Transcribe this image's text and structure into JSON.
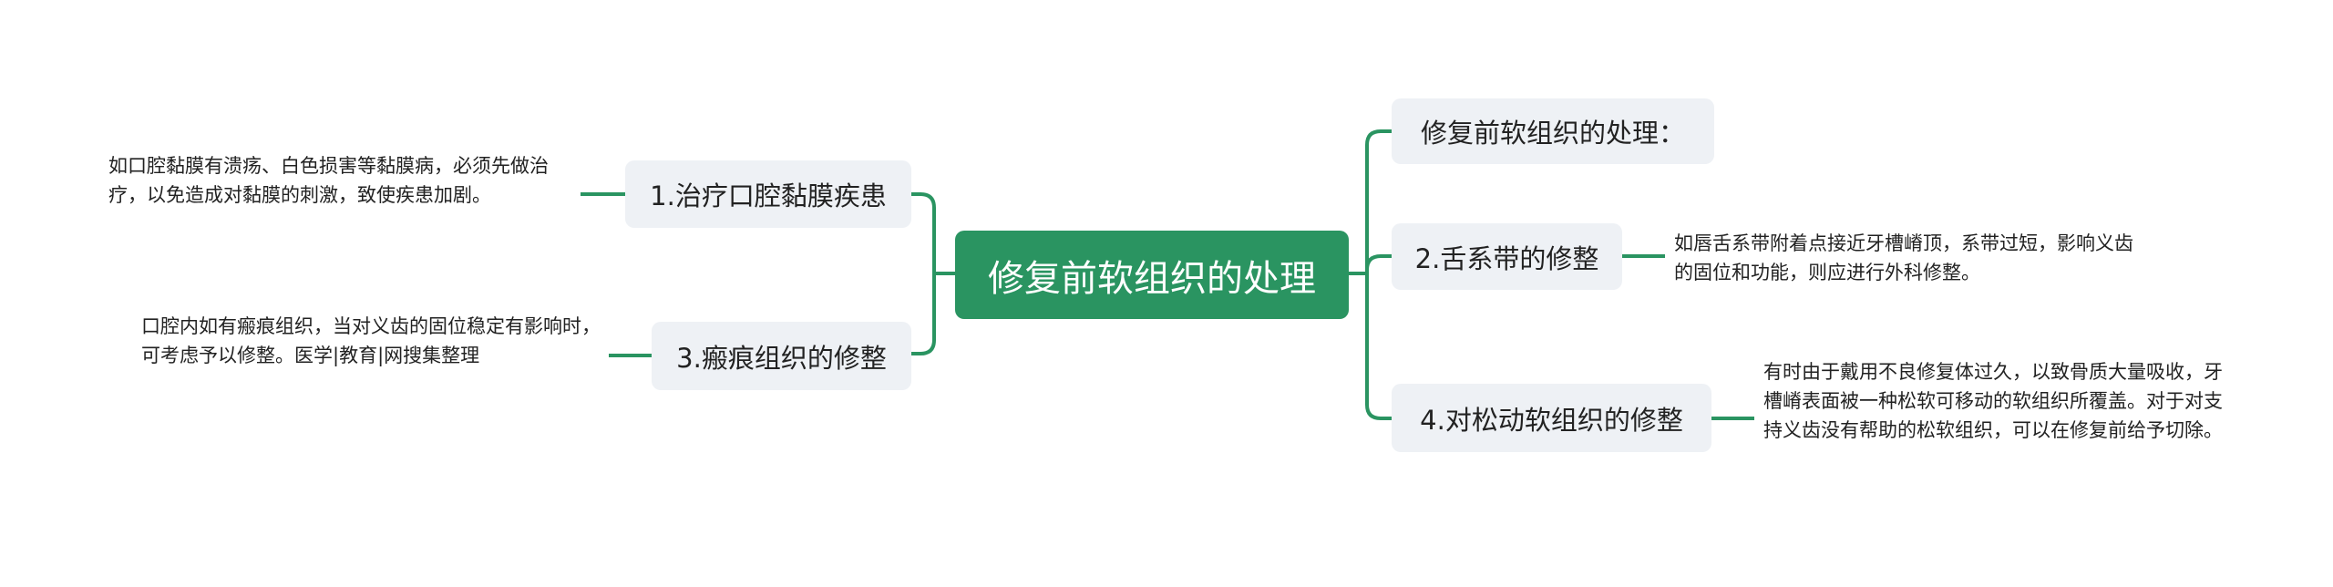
{
  "colors": {
    "accent": "#2a9461",
    "node_bg": "#eef1f5"
  },
  "root": {
    "label": "修复前软组织的处理"
  },
  "branches": [
    {
      "label": "修复前软组织的处理：",
      "note": ""
    },
    {
      "label": "1.治疗口腔黏膜疾患",
      "note": "如口腔黏膜有溃疡、白色损害等黏膜病，必须先做治疗，以免造成对黏膜的刺激，致使疾患加剧。"
    },
    {
      "label": "2.舌系带的修整",
      "note": "如唇舌系带附着点接近牙槽嵴顶，系带过短，影响义齿的固位和功能，则应进行外科修整。"
    },
    {
      "label": "3.瘢痕组织的修整",
      "note": "口腔内如有瘢痕组织，当对义齿的固位稳定有影响时，可考虑予以修整。医学|教育|网搜集整理"
    },
    {
      "label": "4.对松动软组织的修整",
      "note": "有时由于戴用不良修复体过久，以致骨质大量吸收，牙槽嵴表面被一种松软可移动的软组织所覆盖。对于对支持义齿没有帮助的松软组织，可以在修复前给予切除。"
    }
  ]
}
